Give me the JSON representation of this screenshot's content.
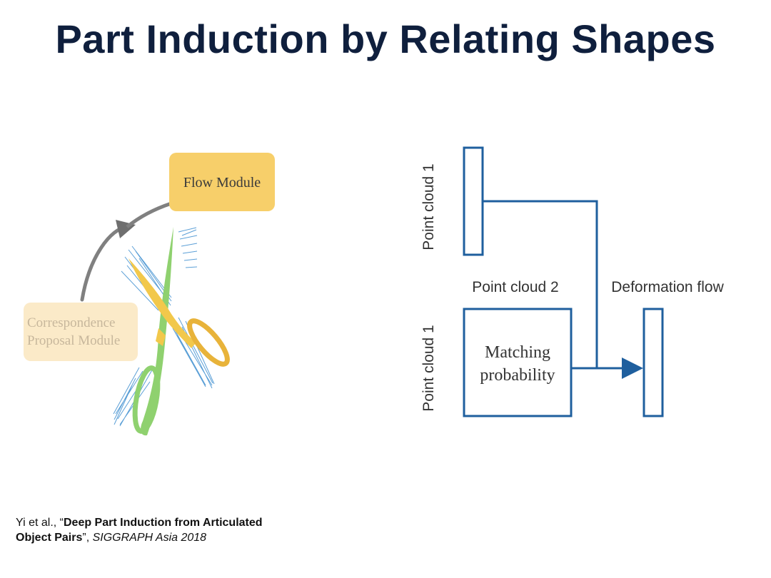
{
  "slide": {
    "title": "Part Induction by Relating Shapes"
  },
  "left_figure": {
    "flow_module_label": "Flow Module",
    "correspondence_label_line1": "Correspondence",
    "correspondence_label_line2": "Proposal Module",
    "colors": {
      "flow_module_box": "#f7cf6a",
      "correspondence_box": "#fbeac8",
      "arrow": "#808080",
      "scissors_part_a": "#f2c84b",
      "scissors_part_b": "#8fd16f",
      "flow_vectors": "#3f8fd0"
    }
  },
  "right_diagram": {
    "point_cloud_1_top": "Point cloud 1",
    "point_cloud_1_side": "Point cloud 1",
    "point_cloud_2": "Point cloud 2",
    "deformation_flow": "Deformation flow",
    "matching_line1": "Matching",
    "matching_line2": "probability",
    "colors": {
      "stroke": "#1f5f9e"
    }
  },
  "citation": {
    "authors": "Yi et al., “",
    "title_line1": "Deep Part Induction from Articulated",
    "title_line2": "Object Pairs",
    "after_title": "”, ",
    "venue": "SIGGRAPH Asia 2018"
  }
}
